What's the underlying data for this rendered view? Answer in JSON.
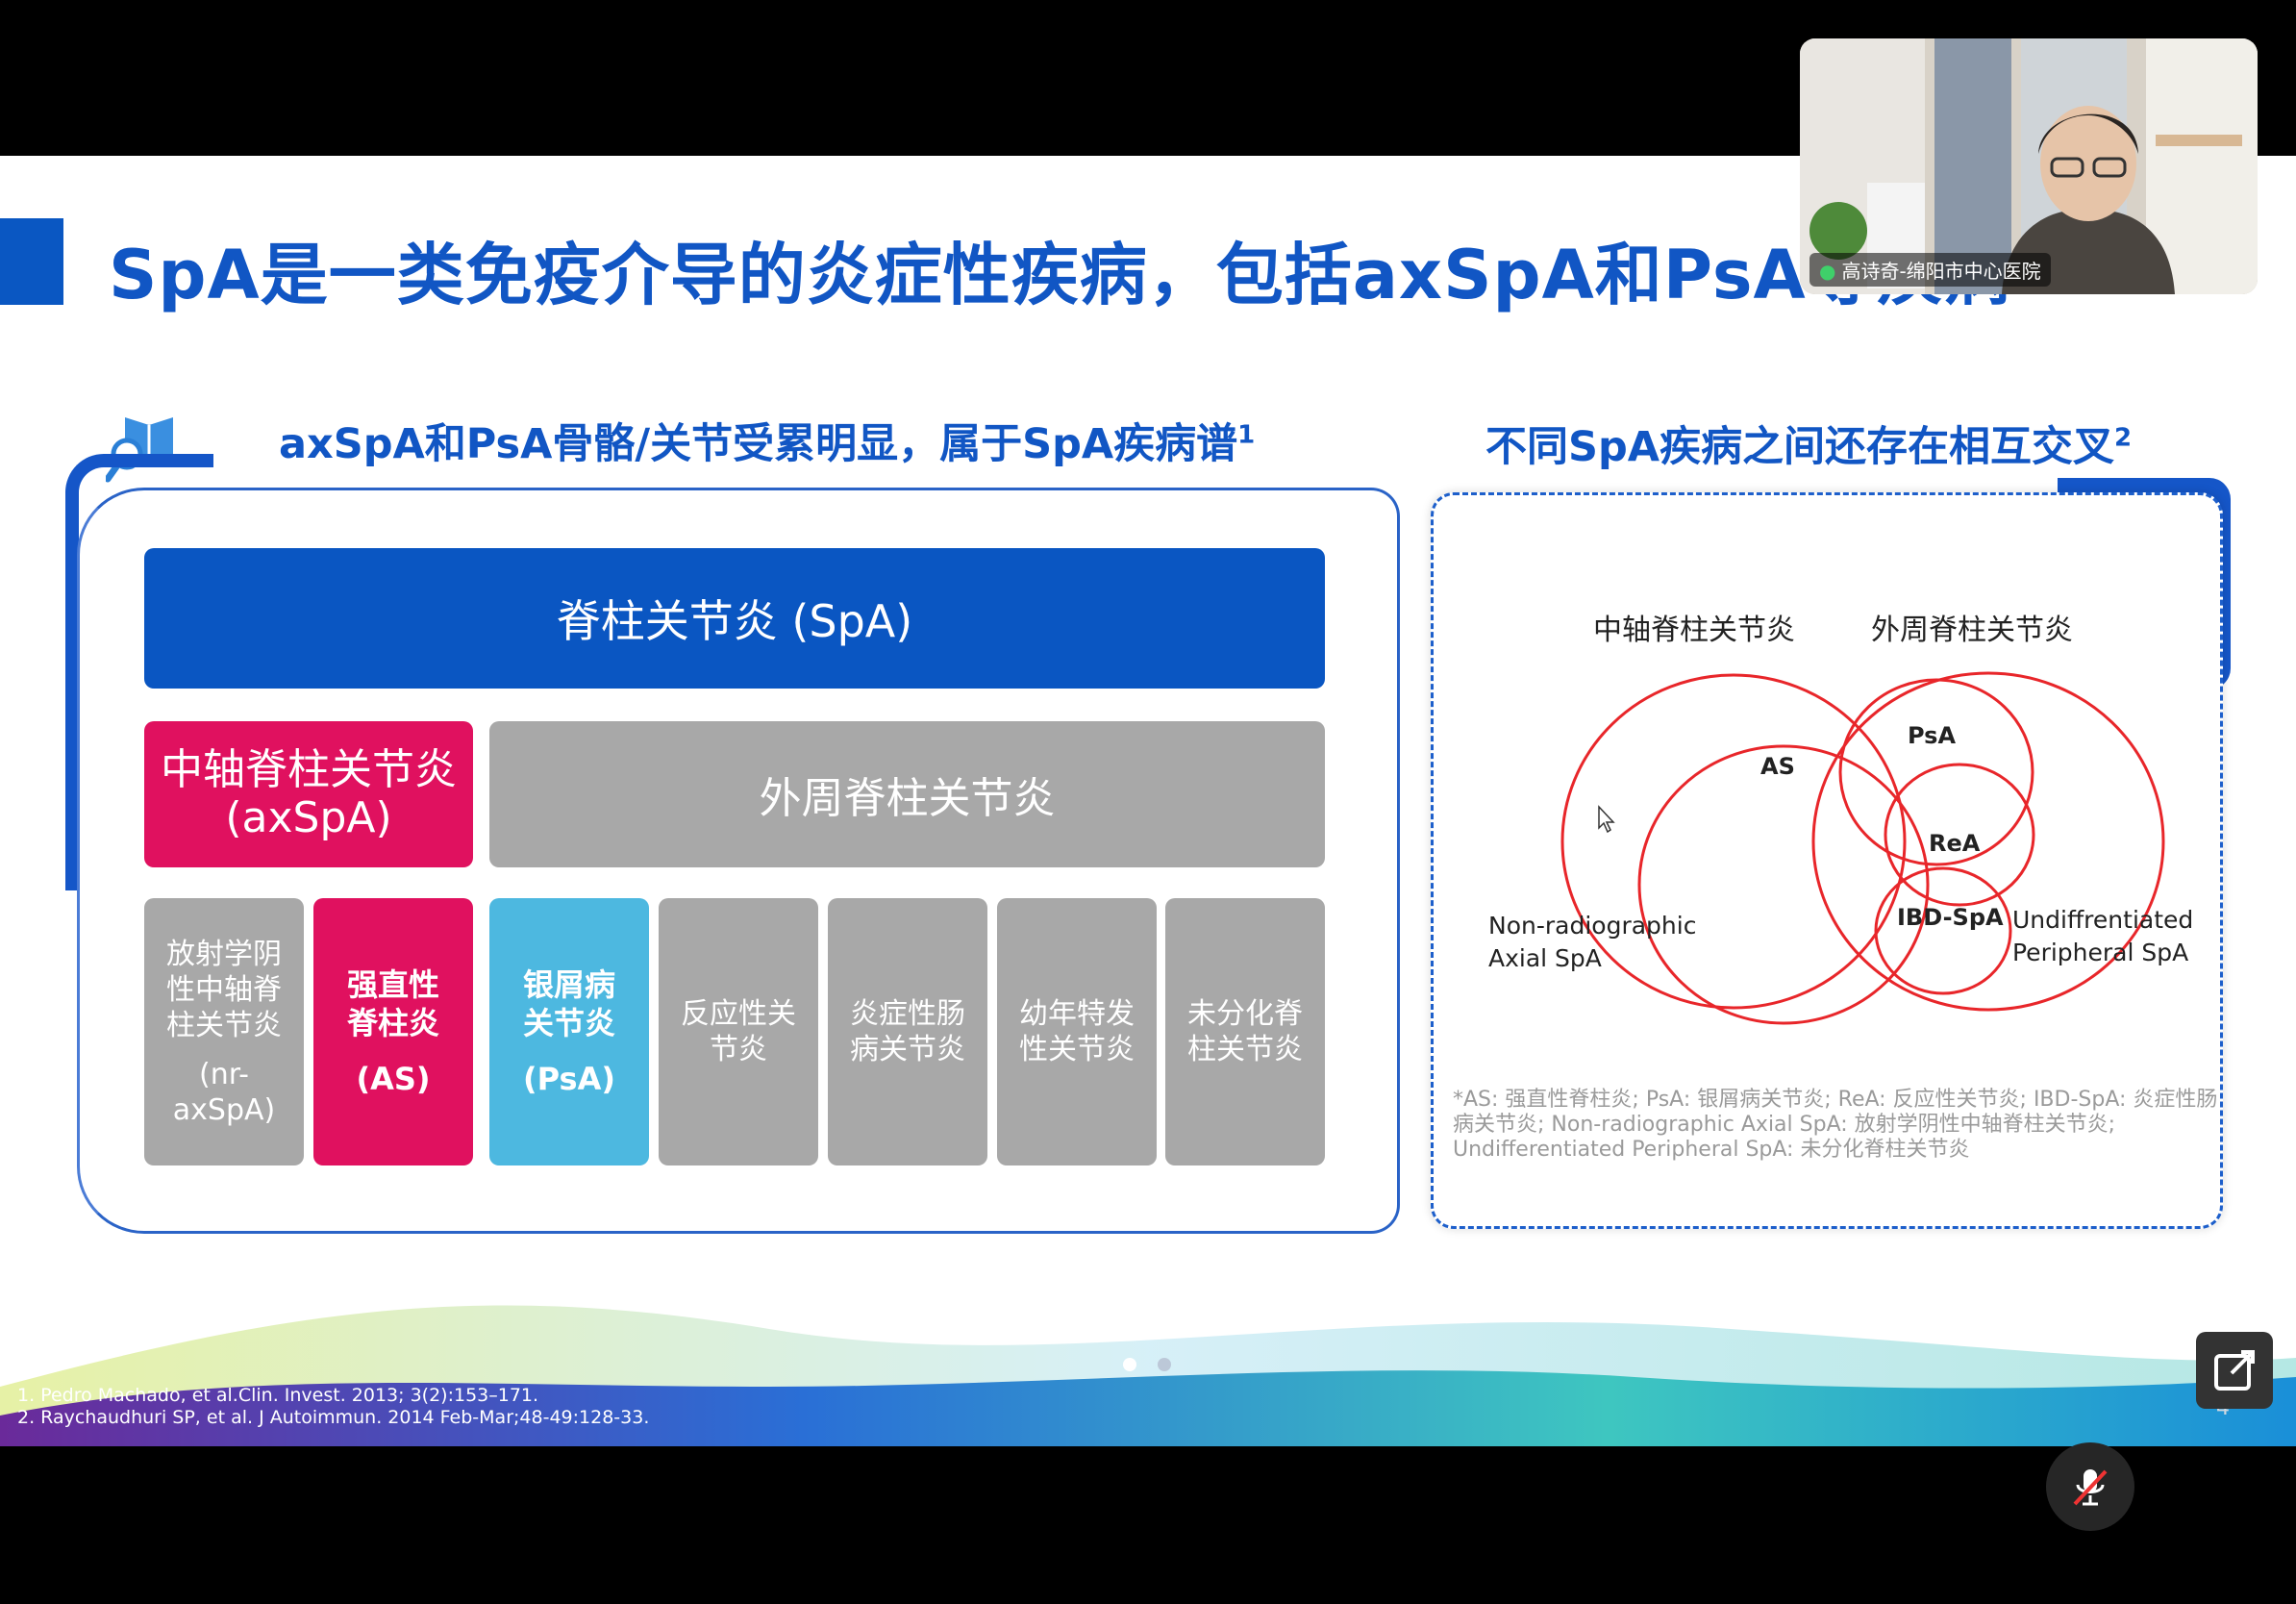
{
  "slide": {
    "title": "SpA是一类免疫介导的炎症性疾病，包括axSpA和PsA等疾病",
    "left_subtitle": "axSpA和PsA骨骼/关节受累明显，属于SpA疾病谱",
    "left_subtitle_sup": "1",
    "right_subtitle": "不同SpA疾病之间还存在相互交叉",
    "right_subtitle_sup": "2",
    "top_box": "脊柱关节炎 (SpA)",
    "axial_box_line1": "中轴脊柱关节炎",
    "axial_box_line2": "(axSpA)",
    "peripheral_box": "外周脊柱关节炎",
    "small_boxes": [
      {
        "l1": "放射学阴",
        "l2": "性中轴脊",
        "l3": "柱关节炎",
        "l4": "(nr-",
        "l5": "axSpA)"
      },
      {
        "l1": "强直性",
        "l2": "脊柱炎",
        "l3": "(AS)"
      },
      {
        "l1": "银屑病",
        "l2": "关节炎",
        "l3": "(PsA)"
      },
      {
        "l1": "反应性关",
        "l2": "节炎"
      },
      {
        "l1": "炎症性肠",
        "l2": "病关节炎"
      },
      {
        "l1": "幼年特发",
        "l2": "性关节炎"
      },
      {
        "l1": "未分化脊",
        "l2": "柱关节炎"
      }
    ],
    "venn": {
      "header_axial": "中轴脊柱关节炎",
      "header_peripheral": "外周脊柱关节炎",
      "label_as": "AS",
      "label_psa": "PsA",
      "label_rea": "ReA",
      "label_ibd": "IBD-SpA",
      "label_nr1": "Non-radiographic",
      "label_nr2": "Axial SpA",
      "label_ud1": "Undiffrentiated",
      "label_ud2": "Peripheral SpA",
      "circle_color": "#e8262a"
    },
    "footnote_lines": [
      "*AS: 强直性脊柱炎; PsA: 银屑病关节炎; ReA: 反应性关节炎; IBD-SpA: 炎症性肠",
      "病关节炎; Non-radiographic Axial SpA: 放射学阴性中轴脊柱关节炎;",
      "Undifferentiated Peripheral SpA: 未分化脊柱关节炎"
    ],
    "refs": [
      "1.      Pedro Machado, et al.Clin. Invest. 2013; 3(2):153–171.",
      "2.      Raychaudhuri SP, et al. J Autoimmun. 2014 Feb-Mar;48-49:128-33."
    ],
    "page_number": "4"
  },
  "video": {
    "participant_name": "高诗奇-绵阳市中心医院"
  },
  "colors": {
    "brand_blue": "#1156c4",
    "axial_magenta": "#e0115f",
    "psa_cyan": "#4db8e0",
    "gray_box": "#a8a8a8"
  }
}
